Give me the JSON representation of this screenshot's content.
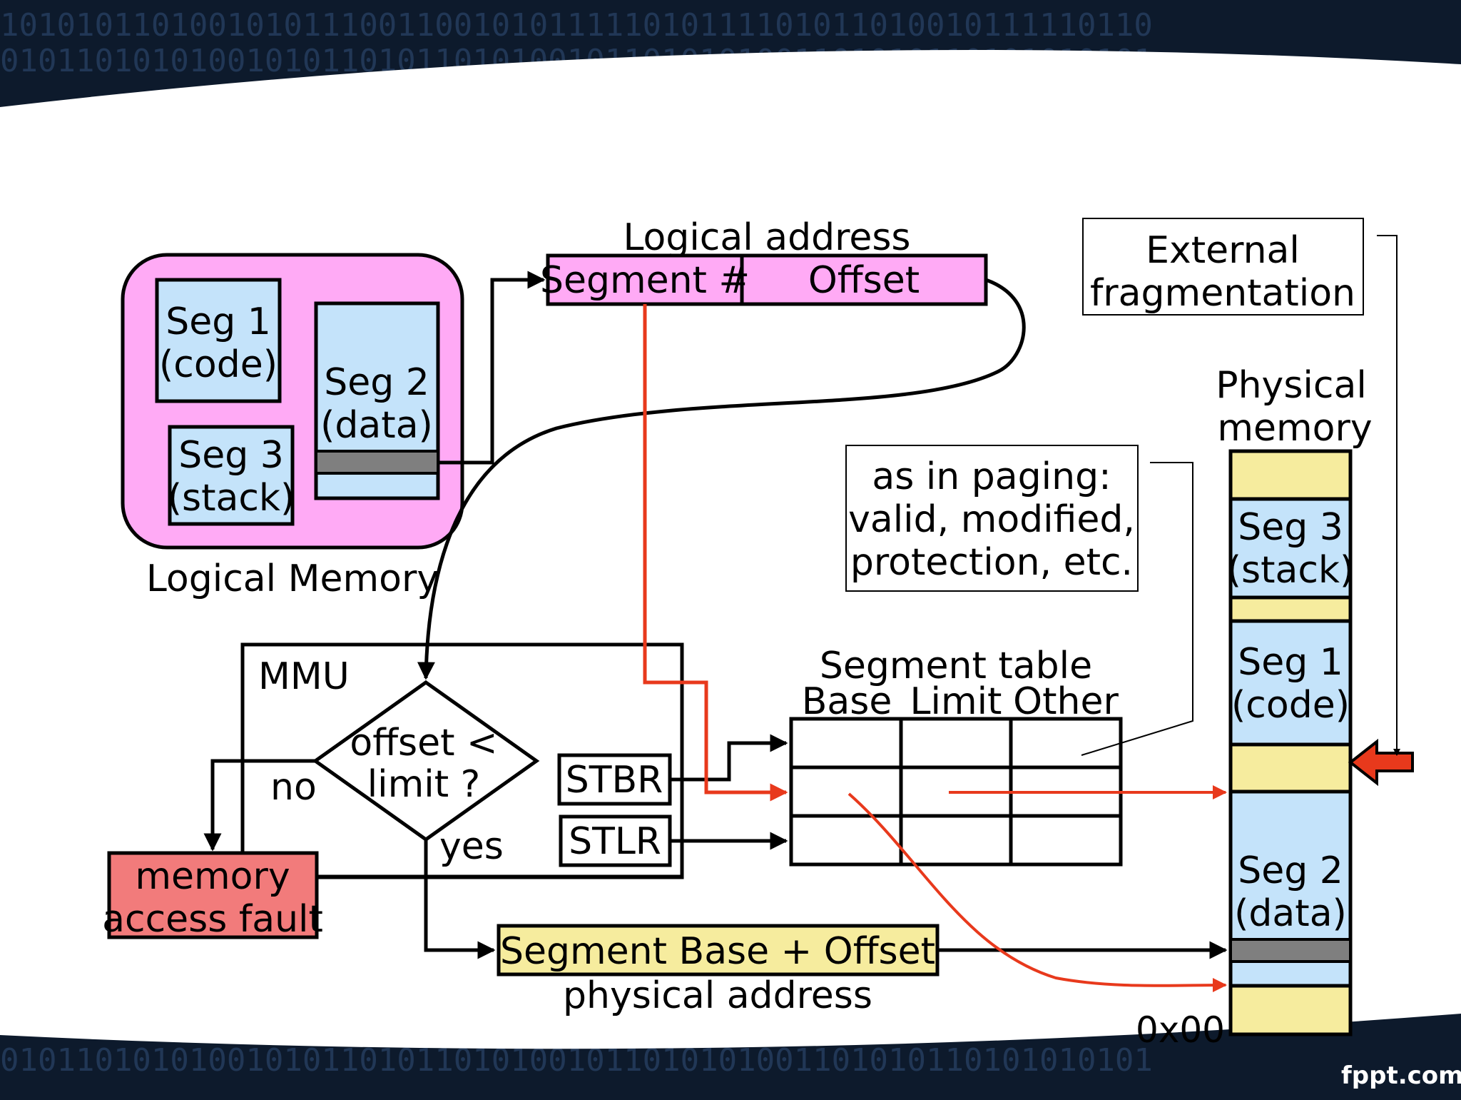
{
  "background": {
    "binary_top": "1010101101001010111001100101011111010111101011010010111110110",
    "binary_bottom": "0101101010100101011010110101001011010101001101010110101010101",
    "watermark": "fppt.com"
  },
  "logical_memory": {
    "seg1_line1": "Seg 1",
    "seg1_line2": "(code)",
    "seg2_line1": "Seg 2",
    "seg2_line2": "(data)",
    "seg3_line1": "Seg 3",
    "seg3_line2": "(stack)",
    "caption": "Logical Memory"
  },
  "logical_address": {
    "title": "Logical address",
    "segment_field": "Segment #",
    "offset_field": "Offset"
  },
  "mmu": {
    "title": "MMU",
    "decision_line1": "offset <",
    "decision_line2": "limit ?",
    "no_label": "no",
    "yes_label": "yes",
    "stbr": "STBR",
    "stlr": "STLR"
  },
  "fault": {
    "line1": "memory",
    "line2": "access fault"
  },
  "segment_table": {
    "title": "Segment table",
    "columns": [
      "Base",
      "Limit",
      "Other"
    ]
  },
  "paging_note": {
    "line1": "as in paging:",
    "line2": "valid, modified,",
    "line3": "protection, etc."
  },
  "external_fragmentation": {
    "line1": "External",
    "line2": "fragmentation"
  },
  "physical_memory": {
    "title_line1": "Physical",
    "title_line2": "memory",
    "seg3_line1": "Seg 3",
    "seg3_line2": "(stack)",
    "seg1_line1": "Seg 1",
    "seg1_line2": "(code)",
    "seg2_line1": "Seg 2",
    "seg2_line2": "(data)",
    "bottom_address": "0x00"
  },
  "physical_address": {
    "formula": "Segment Base + Offset",
    "caption": "physical address"
  },
  "colors": {
    "pink": "#ffaaf5",
    "light_blue": "#c4e3fa",
    "yellow": "#f6ec9e",
    "fault_red": "#f27b7b",
    "arrow_red": "#e8391c",
    "gray": "#7f7f7f"
  }
}
